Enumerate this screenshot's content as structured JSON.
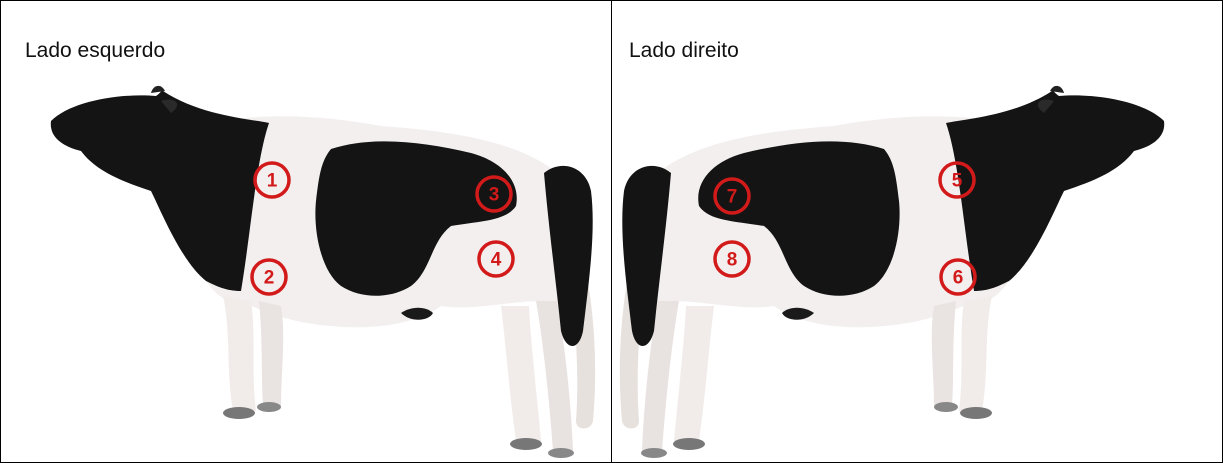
{
  "panels": [
    {
      "id": "left",
      "title": "Lado esquerdo",
      "markers": [
        "1",
        "2",
        "3",
        "4"
      ]
    },
    {
      "id": "right",
      "title": "Lado direito",
      "markers": [
        "5",
        "6",
        "7",
        "8"
      ]
    }
  ],
  "colors": {
    "marker": "#d21a1a",
    "cow_white": "#f4efef",
    "cow_black": "#141414",
    "border": "#000000"
  }
}
